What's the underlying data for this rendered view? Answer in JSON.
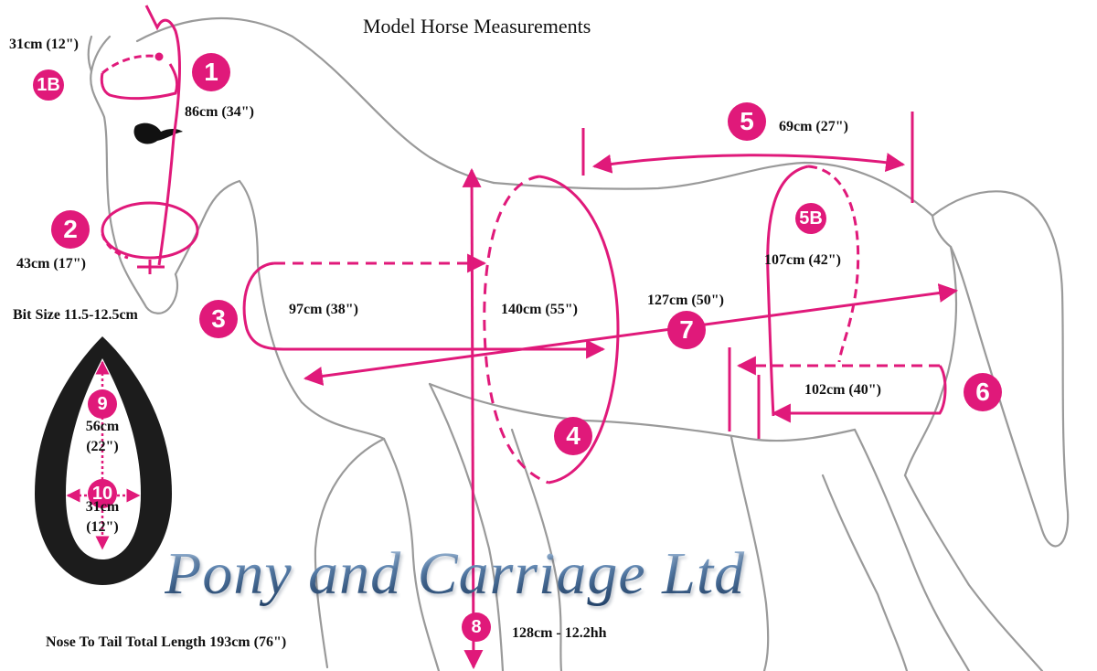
{
  "title": "Model Horse Measurements",
  "accent_color": "#e0197a",
  "outline_color": "#9a9a9a",
  "bit_color": "#1c1c1c",
  "badges": {
    "b1": "1",
    "b1b": "1B",
    "b2": "2",
    "b3": "3",
    "b4": "4",
    "b5": "5",
    "b5b": "5B",
    "b6": "6",
    "b7": "7",
    "b8": "8",
    "b9": "9",
    "b10": "10"
  },
  "measurements": {
    "m1b": "31cm (12\")",
    "m1": "86cm (34\")",
    "m5": "69cm (27\")",
    "m2": "43cm (17\")",
    "m5b": "107cm (42\")",
    "m3": "97cm (38\")",
    "m4": "140cm (55\")",
    "m7": "127cm (50\")",
    "m6": "102cm (40\")",
    "m8": "128cm - 12.2hh",
    "bit_size": "Bit Size 11.5-12.5cm",
    "m9_line1": "56cm",
    "m9_line2": "(22\")",
    "m10_line1": "31cm",
    "m10_line2": "(12\")",
    "total_length": "Nose To Tail Total Length 193cm (76\")"
  },
  "watermark": "Pony and Carriage Ltd"
}
